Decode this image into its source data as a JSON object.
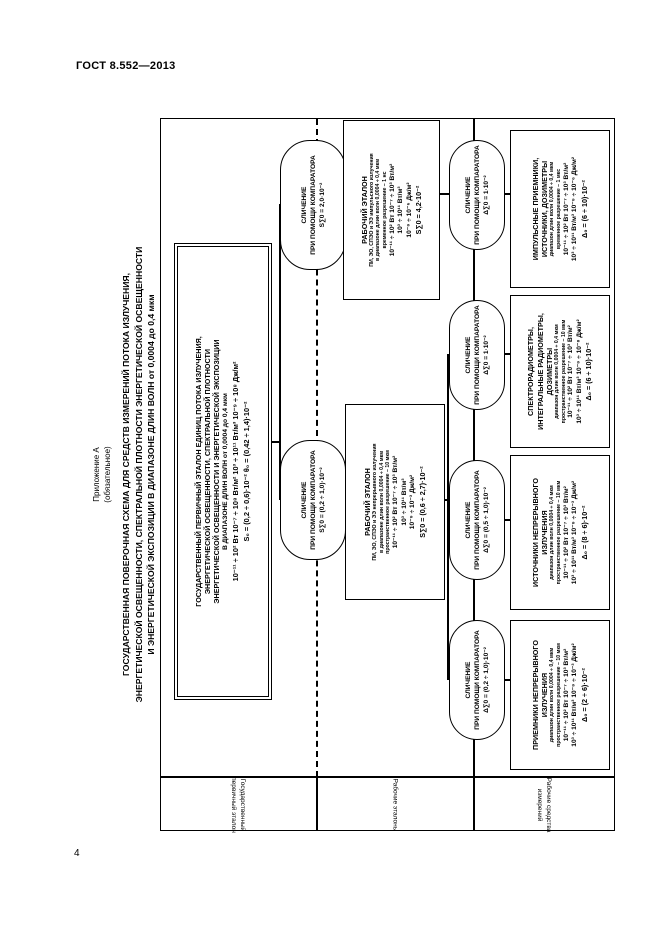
{
  "header": "ГОСТ 8.552—2013",
  "page_number": "4",
  "appendix": {
    "title": "Приложение А",
    "note": "(обязательное)"
  },
  "scheme_title": [
    "ГОСУДАРСТВЕННАЯ ПОВЕРОЧНАЯ СХЕМА ДЛЯ СРЕДСТВ ИЗМЕРЕНИЙ ПОТОКА ИЗЛУЧЕНИЯ,",
    "ЭНЕРГЕТИЧЕСКОЙ ОСВЕЩЕННОСТИ, СПЕКТРАЛЬНОЙ ПЛОТНОСТИ ЭНЕРГЕТИЧЕСКОЙ ОСВЕЩЕННОСТИ",
    "И ЭНЕРГЕТИЧЕСКОЙ ЭКСПОЗИЦИИ В ДИАПАЗОНЕ ДЛИН ВОЛН от 0,0004 до 0,4 мкм"
  ],
  "row_labels": [
    [
      "Государственный",
      "первичный эталон"
    ],
    [
      "Рабочие эталоны"
    ],
    [
      "Рабочие средства",
      "измерений"
    ]
  ],
  "primary_standard": {
    "lines": [
      {
        "t": "ГОСУДАРСТВЕННЫЙ ПЕРВИЧНЫЙ ЭТАЛОН ЕДИНИЦ ПОТОКА ИЗЛУЧЕНИЯ,",
        "c": "big"
      },
      {
        "t": "ЭНЕРГЕТИЧЕСКОЙ ОСВЕЩЕННОСТИ, СПЕКТРАЛЬНОЙ ПЛОТНОСТИ",
        "c": "big"
      },
      {
        "t": "ЭНЕРГЕТИЧЕСКОЙ ОСВЕЩЕННОСТИ И ЭНЕРГЕТИЧЕСКОЙ ЭКСПОЗИЦИИ",
        "c": "big"
      },
      {
        "t": "В ДИАПАЗОНЕ ДЛИН ВОЛН от 0,0004 до 0,4 мкм",
        "c": ""
      },
      {
        "t": "10⁻¹¹ ÷ 10² Вт     10⁻⁷ ÷ 10⁸ Вт/м²     10³ ÷ 10¹¹ Вт/м³     10⁻⁹ ÷ 10⁸ Дж/м²",
        "c": "formula"
      },
      {
        "t": "S₀ = (0,2 ÷ 0,6)·10⁻²          θ₀ = (0,42 ÷ 1,4)·10⁻²",
        "c": "formula"
      }
    ]
  },
  "comparisons_level1": [
    {
      "lines": [
        "СЛИЧЕНИЕ",
        "ПРИ ПОМОЩИ КОМПАРАТОРА",
        "S∑0 = (0,2 ÷ 1,0)·10⁻²"
      ]
    },
    {
      "lines": [
        "СЛИЧЕНИЕ",
        "ПРИ ПОМОЩИ КОМПАРАТОРА",
        "S∑0 = 2,0·10⁻²"
      ]
    }
  ],
  "working_standards": [
    {
      "lines": [
        {
          "t": "РАБОЧИЙ ЭТАЛОН",
          "c": "big"
        },
        {
          "t": "ПИ, ЭО, СПЭО и ЭЭ непрерывного излучения",
          "c": "small"
        },
        {
          "t": "в диапазоне длин волн 0,0004 ÷ 0,4 мкм",
          "c": "small"
        },
        {
          "t": "пространственное разрешение – 10 мкм",
          "c": "small"
        },
        {
          "t": "10⁻¹¹ ÷ 10² Вт    10⁻⁷ ÷ 10³ Вт/м²",
          "c": ""
        },
        {
          "t": "10³ ÷ 10¹¹ Вт/м³",
          "c": ""
        },
        {
          "t": "10⁻⁹ ÷ 10⁻³ Дж/м²",
          "c": ""
        },
        {
          "t": "S∑0 = (0,6 ÷ 2,7)·10⁻²",
          "c": "big"
        }
      ]
    },
    {
      "lines": [
        {
          "t": "РАБОЧИЙ ЭТАЛОН",
          "c": "big"
        },
        {
          "t": "ПИ, ЭО, СПЭО и ЭЭ импульсного излучения",
          "c": "small"
        },
        {
          "t": "в диапазоне длин волн 0,0004 ÷ 0,4 мкм",
          "c": "small"
        },
        {
          "t": "временное разрешение – 1 нс",
          "c": "small"
        },
        {
          "t": "10⁻¹¹ ÷ 10² Вт    10⁻⁷ ÷ 10³ Вт/м²",
          "c": ""
        },
        {
          "t": "10³ ÷ 10¹¹ Вт/м³",
          "c": ""
        },
        {
          "t": "10⁻⁹ ÷ 10⁻⁶ Дж/м²",
          "c": ""
        },
        {
          "t": "S∑0 = 4,2·10⁻²",
          "c": "big"
        }
      ]
    }
  ],
  "comparisons_level2": [
    {
      "lines": [
        "СЛИЧЕНИЕ",
        "ПРИ ПОМОЩИ КОМПАРАТОРА",
        "Δ∑0 = (0,2 ÷ 1,0)·10⁻²"
      ]
    },
    {
      "lines": [
        "СЛИЧЕНИЕ",
        "ПРИ ПОМОЩИ КОМПАРАТОРА",
        "Δ∑0 = (0,5 ÷ 1,0)·10⁻²"
      ]
    },
    {
      "lines": [
        "СЛИЧЕНИЕ",
        "ПРИ ПОМОЩИ КОМПАРАТОРА",
        "Δ∑0 = 1·10⁻²"
      ]
    },
    {
      "lines": [
        "СЛИЧЕНИЕ",
        "ПРИ ПОМОЩИ КОМПАРАТОРА",
        "Δ∑0 = 1·10⁻²"
      ]
    }
  ],
  "working_instruments": [
    {
      "lines": [
        {
          "t": "ПРИЕМНИКИ НЕПРЕРЫВНОГО",
          "c": "big"
        },
        {
          "t": "ИЗЛУЧЕНИЯ",
          "c": "big"
        },
        {
          "t": "диапазон длин волн 0,0004 ÷ 0,4 мкм",
          "c": "small"
        },
        {
          "t": "пространственное разрешение – 10 мкм",
          "c": "small"
        },
        {
          "t": "10⁻¹¹ ÷ 10² Вт   10⁻⁷ ÷ 10³ Вт/м²",
          "c": ""
        },
        {
          "t": "10³ ÷ 10¹¹ Вт/м³  10⁻⁹ ÷ 10⁻³ Дж/м²",
          "c": ""
        },
        {
          "t": "Δ₀ = (2 ÷ 6)·10⁻²",
          "c": "big"
        }
      ]
    },
    {
      "lines": [
        {
          "t": "ИСТОЧНИКИ НЕПРЕРЫВНОГО",
          "c": "big"
        },
        {
          "t": "ИЗЛУЧЕНИЯ",
          "c": "big"
        },
        {
          "t": "диапазон длин волн 0,0004 ÷ 0,4 мкм",
          "c": "small"
        },
        {
          "t": "пространственное разрешение – 10 мкм",
          "c": "small"
        },
        {
          "t": "10⁻¹¹ ÷ 10² Вт   10⁻⁷ ÷ 10³ Вт/м²",
          "c": ""
        },
        {
          "t": "10³ ÷ 10¹¹ Вт/м³  10⁻⁹ ÷ 10⁻³ Дж/м²",
          "c": ""
        },
        {
          "t": "Δ₀ = (8 ÷ 6)·10⁻²",
          "c": "big"
        }
      ]
    },
    {
      "lines": [
        {
          "t": "СПЕКТРОРАДИОМЕТРЫ,",
          "c": "big"
        },
        {
          "t": "ИНТЕГРАЛЬНЫЕ РАДИОМЕТРЫ,",
          "c": "big"
        },
        {
          "t": "ДОЗИМЕТРЫ",
          "c": "big"
        },
        {
          "t": "диапазон длин волн 0,0004 ÷ 0,4 мкм",
          "c": "small"
        },
        {
          "t": "пространственное разрешение – 10 мкм",
          "c": "small"
        },
        {
          "t": "10⁻¹¹ ÷ 10² Вт   10⁻⁷ ÷ 10³ Вт/м²",
          "c": ""
        },
        {
          "t": "10³ ÷ 10¹¹ Вт/м³  10⁻⁹ ÷ 10⁻⁸ Дж/м²",
          "c": ""
        },
        {
          "t": "Δ₀ = (6 ÷ 10)·10⁻²",
          "c": "big"
        }
      ]
    },
    {
      "lines": [
        {
          "t": "ИМПУЛЬСНЫЕ ПРИЕМНИКИ,",
          "c": "big"
        },
        {
          "t": "ИСТОЧНИКИ, ДОЗИМЕТРЫ",
          "c": "big"
        },
        {
          "t": "диапазон длин волн 0,0004 ÷ 0,4 мкм",
          "c": "small"
        },
        {
          "t": "временное разрешение – 1 мкс",
          "c": "small"
        },
        {
          "t": "10⁻¹¹ ÷ 10² Вт   10⁻⁷ ÷ 10³ Вт/м²",
          "c": ""
        },
        {
          "t": "10³ ÷ 10¹¹ Вт/м³  10⁻⁹ ÷ 10⁻⁶ Дж/м²",
          "c": ""
        },
        {
          "t": "Δ₀ = (6 ÷ 10)·10⁻²",
          "c": "big"
        }
      ]
    }
  ]
}
